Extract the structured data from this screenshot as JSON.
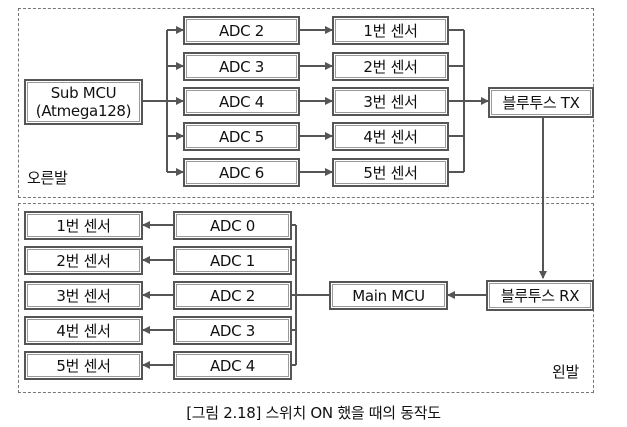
{
  "right_foot": {
    "label": "오른발",
    "sub_mcu": {
      "line1": "Sub MCU",
      "line2": "(Atmega128)"
    },
    "adcs": [
      "ADC 2",
      "ADC 3",
      "ADC 4",
      "ADC 5",
      "ADC 6"
    ],
    "sensors": [
      "1번 센서",
      "2번 센서",
      "3번 센서",
      "4번 센서",
      "5번 센서"
    ],
    "bt_tx": "블루투스 TX"
  },
  "left_foot": {
    "label": "왼발",
    "sensors": [
      "1번 센서",
      "2번 센서",
      "3번 센서",
      "4번 센서",
      "5번 센서"
    ],
    "adcs": [
      "ADC 0",
      "ADC 1",
      "ADC 2",
      "ADC 3",
      "ADC 4"
    ],
    "main_mcu": "Main MCU",
    "bt_rx": "블루투스 RX"
  },
  "caption": "[그림 2.18] 스위치 ON 했을 때의 동작도"
}
